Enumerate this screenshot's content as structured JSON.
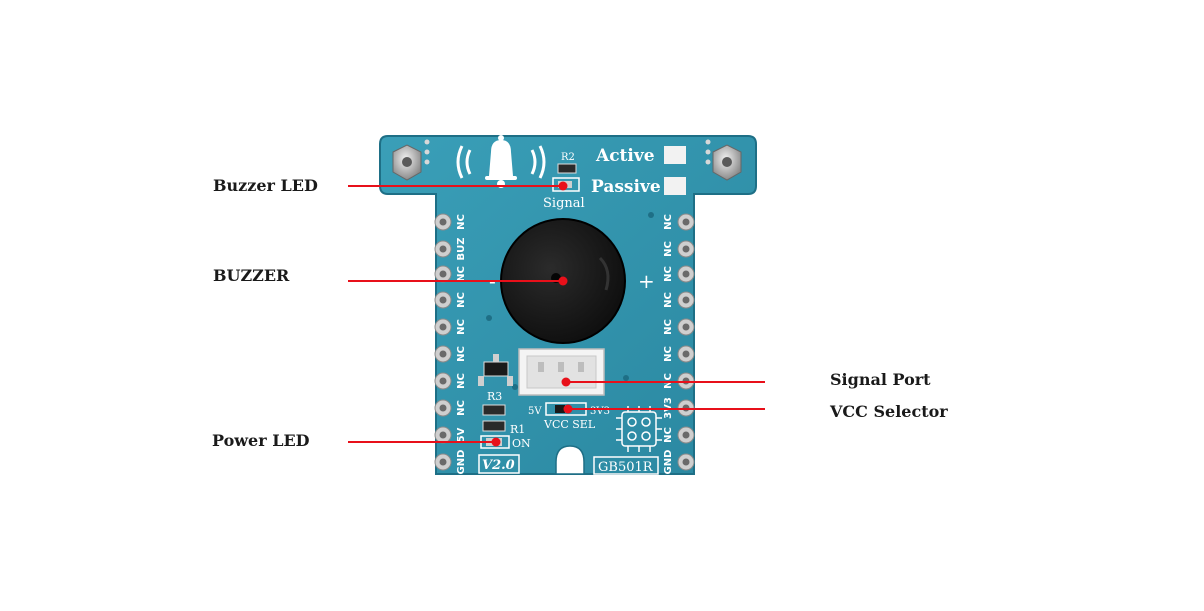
{
  "labels": {
    "buzzer_led": "Buzzer LED",
    "buzzer": "BUZZER",
    "power_led": "Power LED",
    "signal_port": "Signal Port",
    "vcc_selector": "VCC Selector"
  },
  "board": {
    "active": "Active",
    "passive": "Passive",
    "signal": "Signal",
    "r1": "R1",
    "r2": "R2",
    "r3": "R3",
    "on": "ON",
    "vcc_sel": "VCC SEL",
    "sel_5v": "5V",
    "sel_3v3": "3V3",
    "version": "V2.0",
    "model": "GB501R",
    "minus": "-",
    "plus": "+",
    "left_pins": [
      "NC",
      "BUZ",
      "NC",
      "NC",
      "NC",
      "NC",
      "NC",
      "NC",
      "5V",
      "GND"
    ],
    "right_pins": [
      "NC",
      "NC",
      "NC",
      "NC",
      "NC",
      "NC",
      "NC",
      "3V3",
      "NC",
      "GND"
    ]
  },
  "colors": {
    "pcb": "#2f8fa8",
    "pcb_dark": "#1e6f86",
    "pointer": "#e8101a",
    "buzzer": "#151515"
  }
}
